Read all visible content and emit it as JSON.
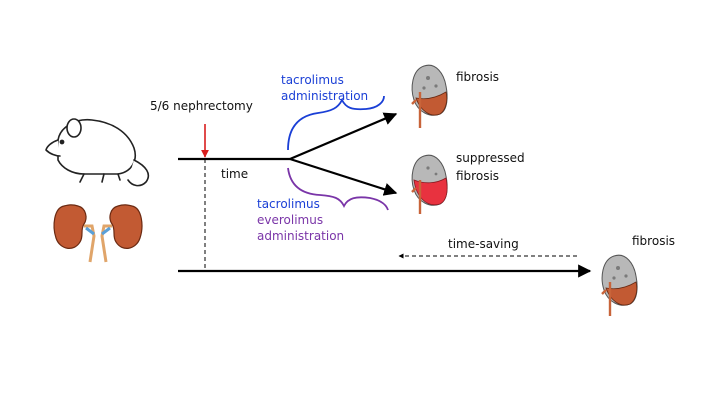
{
  "labels": {
    "nephrectomy": "5/6 nephrectomy",
    "time": "time",
    "time_saving": "time-saving",
    "tacrolimus_admin": [
      "tacrolimus",
      "administration"
    ],
    "combo_admin": [
      "tacrolimus",
      "everolimus",
      "administration"
    ],
    "outcome_top": "fibrosis",
    "outcome_middle": [
      "suppressed",
      "fibrosis"
    ],
    "outcome_bottom": "fibrosis"
  },
  "colors": {
    "arrow": "#000000",
    "nephrectomy_marker": "#d81e1e",
    "tacrolimus": "#1a3fd6",
    "everolimus": "#7a35a8",
    "kidney_capsule": "#b8b8b8",
    "kidney_tissue": "#c25a33",
    "fibrosis_suppressed": "#e8323f"
  },
  "icons": [
    "mouse-icon",
    "kidneys-icon",
    "kidney-fibrosis-icon",
    "kidney-suppressed-icon"
  ]
}
